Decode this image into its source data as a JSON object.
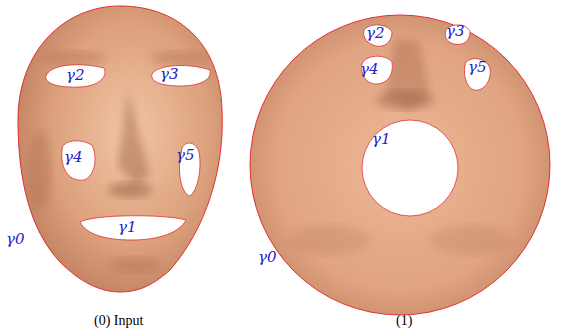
{
  "diagram": {
    "labels": [
      "γ2",
      "γ3",
      "γ4",
      "γ5",
      "γ1",
      "γ0",
      "(0) Input",
      "γ2",
      "γ3",
      "γ4",
      "γ5",
      "γ1",
      "γ0",
      "(1)"
    ]
  }
}
